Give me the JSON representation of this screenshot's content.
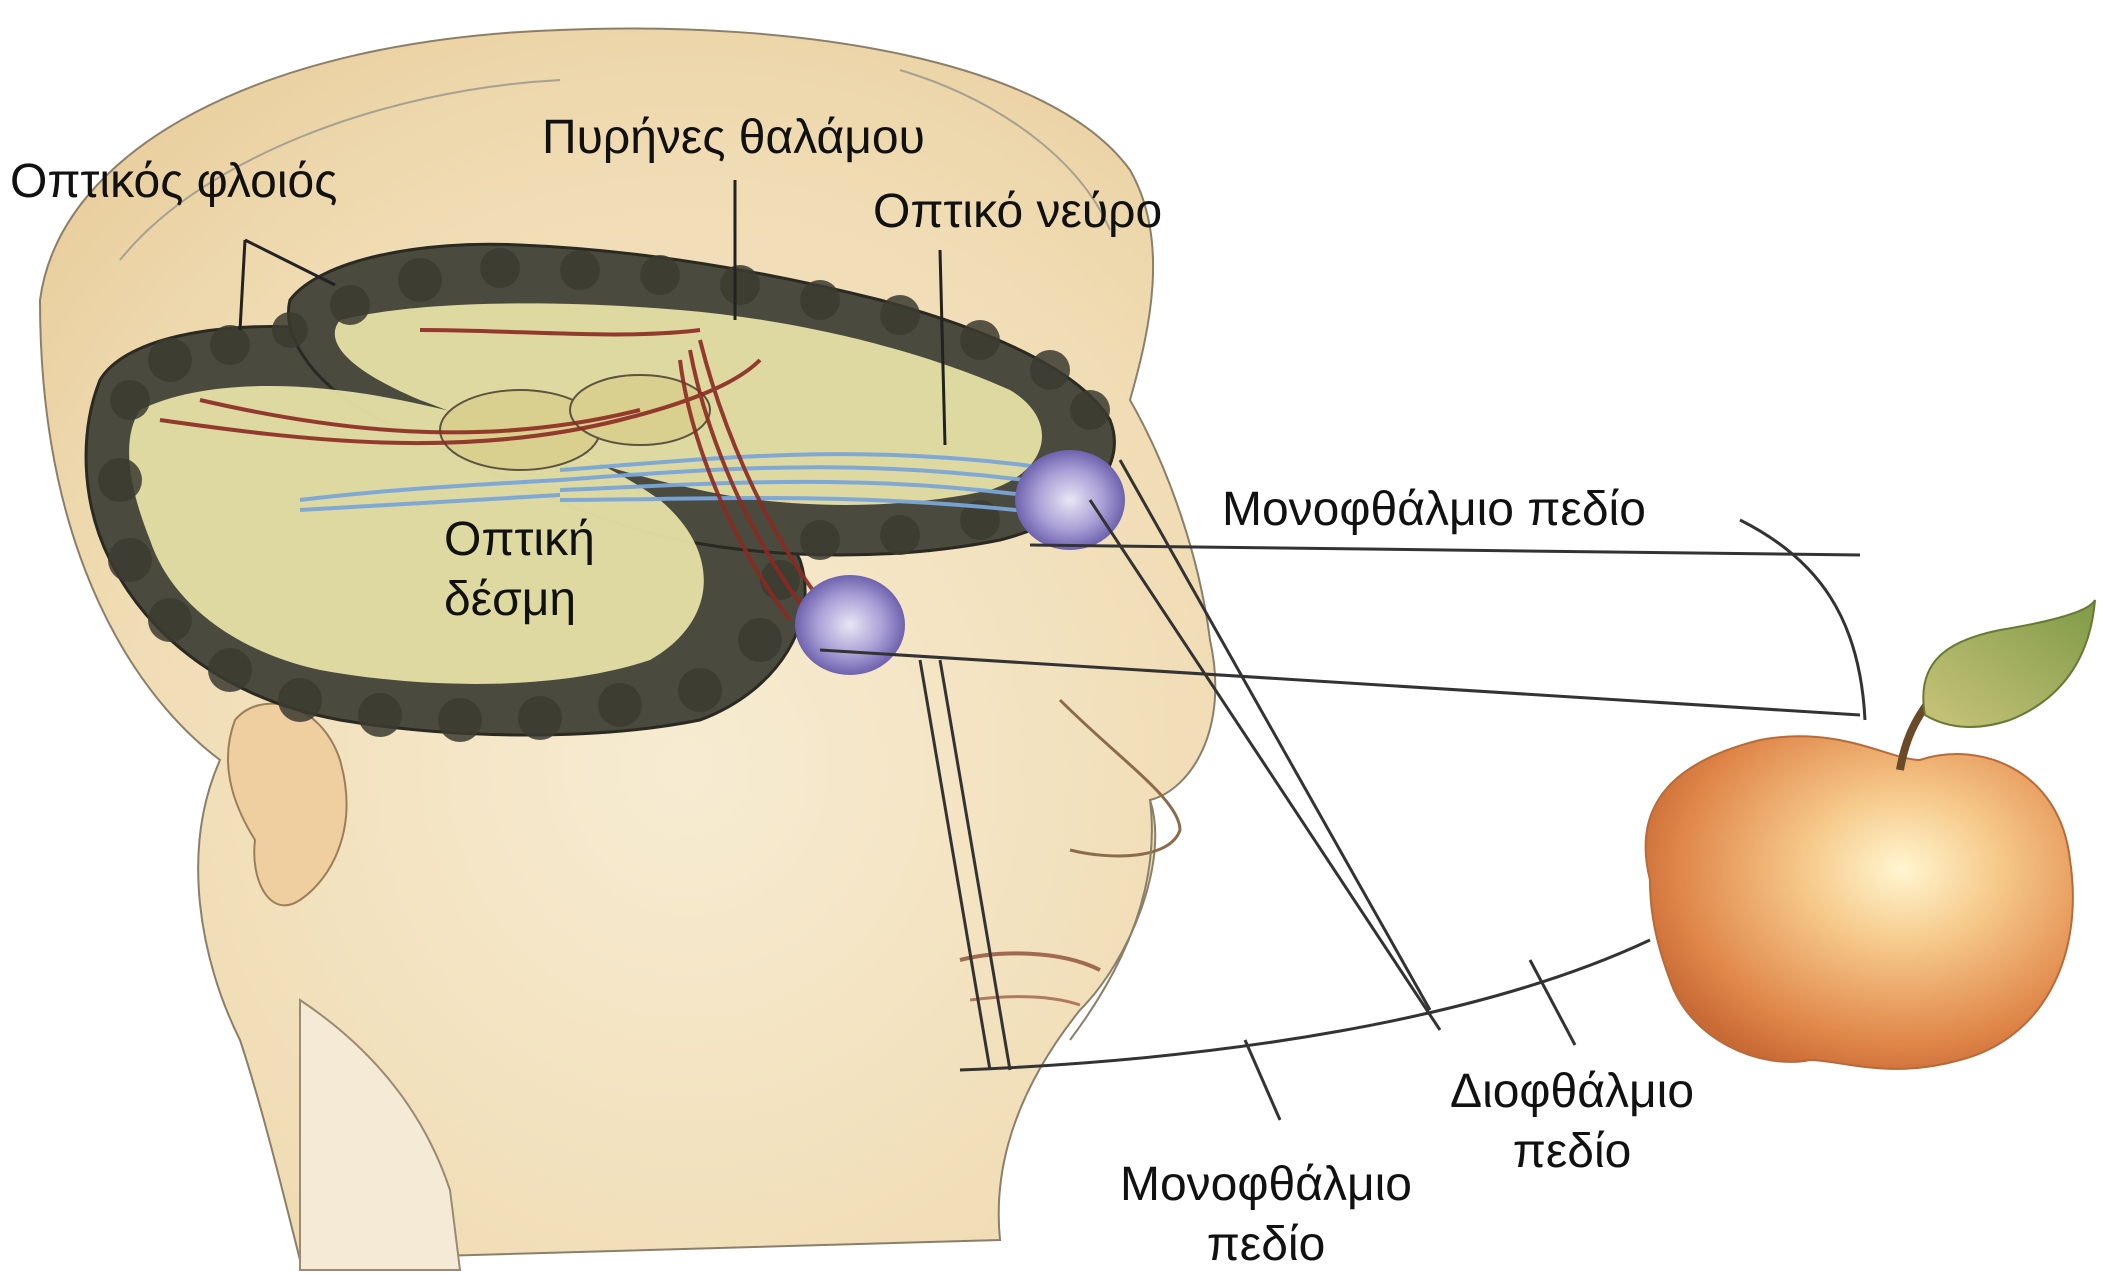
{
  "labels": {
    "visual_cortex": "Οπτικός φλοιός",
    "thalamic_nuclei": "Πυρήνες θαλάμου",
    "optic_nerve": "Οπτικό νεύρο",
    "optic_tract_line1": "Οπτική",
    "optic_tract_line2": "δέσμη",
    "monocular_field_upper": "Μονοφθάλμιο πεδίο",
    "binocular_field_line1": "Διοφθάλμιο",
    "binocular_field_line2": "πεδίο",
    "monocular_field_lower_line1": "Μονοφθάλμιο",
    "monocular_field_lower_line2": "πεδίο"
  },
  "colors": {
    "brain_gray_matter": "#4a4a3e",
    "brain_white_matter": "#e6dfa6",
    "optic_nerve_blue": "#7aa6d8",
    "tract_red": "#8b2a22",
    "eye_purple": "#8a7fc4",
    "skin": "#f1e2bf",
    "apple": "#e79a55",
    "leaf": "#9dab5a"
  }
}
